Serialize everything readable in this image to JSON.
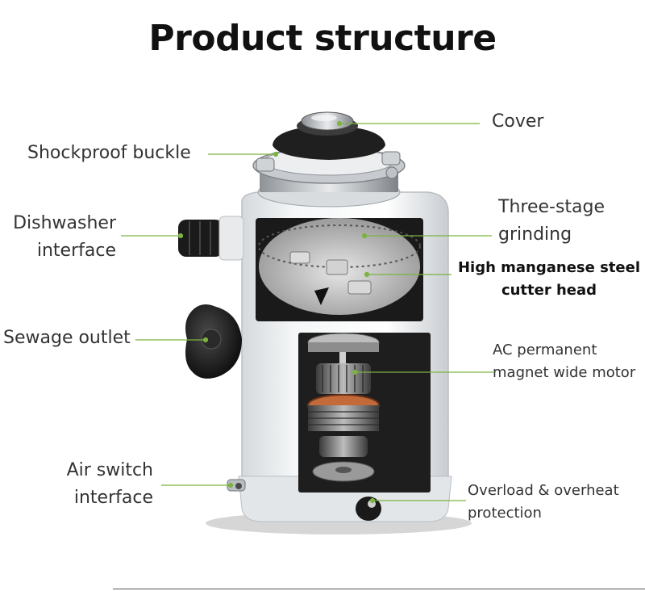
{
  "title": "Product structure",
  "labels": {
    "cover": "Cover",
    "shockproof_buckle": "Shockproof buckle",
    "dishwasher_interface_l1": "Dishwasher",
    "dishwasher_interface_l2": "interface",
    "three_stage_l1": "Three-stage",
    "three_stage_l2": "grinding",
    "cutter_head_l1": "High manganese steel",
    "cutter_head_l2": "cutter head",
    "sewage_outlet": "Sewage outlet",
    "motor_l1": "AC permanent",
    "motor_l2": "magnet wide motor",
    "air_switch_l1": "Air switch",
    "air_switch_l2": "interface",
    "overload_l1": "Overload & overheat",
    "overload_l2": "protection"
  },
  "colors": {
    "leader_line": "#7cb342",
    "body": "#e9ecef",
    "dark": "#1c1c1c"
  }
}
